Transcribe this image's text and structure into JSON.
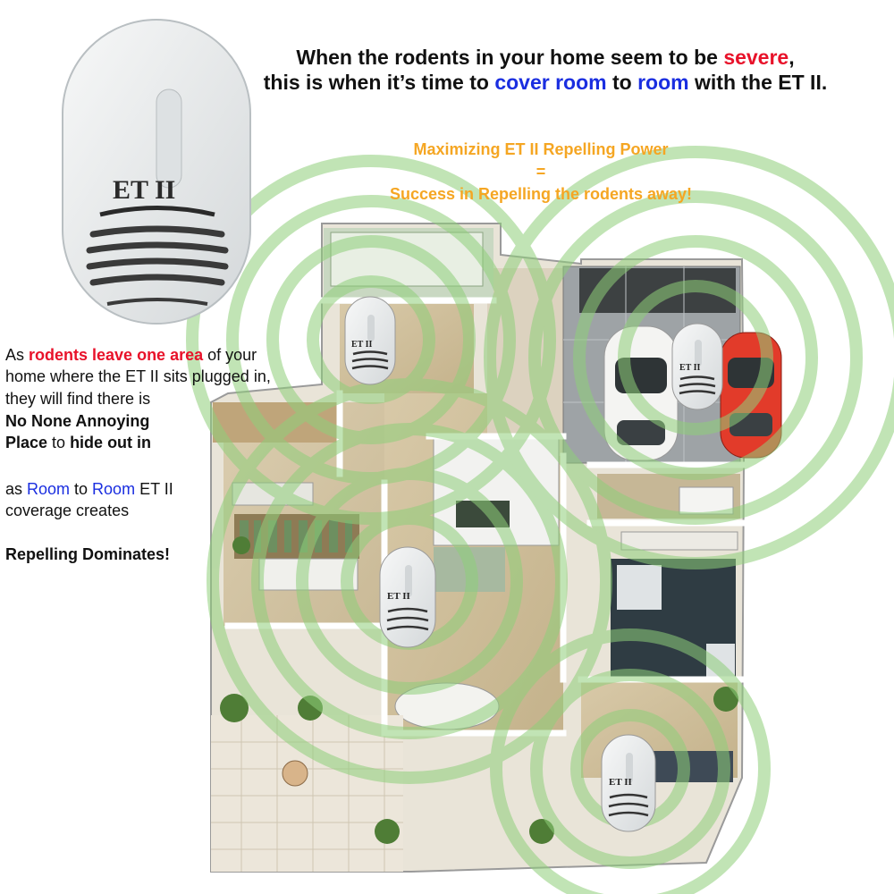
{
  "headline": {
    "line1": {
      "a": "When the rodents in your home seem to be ",
      "b": "severe",
      "c": ","
    },
    "line2": {
      "a": "this is when it’s time to ",
      "b": "cover room",
      "c": " to ",
      "d": "room",
      "e": " with the ET II."
    }
  },
  "tagline": {
    "line1": "Maximizing ET II Repelling Power",
    "equals": "=",
    "line2": "Success in Repelling the rodents away!"
  },
  "left_text": {
    "l1a": "As ",
    "l1b": "rodents leave one area",
    "l1c": " of your",
    "l2": "home where the ET II sits plugged in,",
    "l3": "they will find there is",
    "l4": "No None Annoying",
    "l5a": "Place",
    "l5b": " to ",
    "l5c": "hide out in",
    "l6a": "as ",
    "l6b": "Room",
    "l6c": " to ",
    "l6d": "Room",
    "l6e": " ET II",
    "l7": "coverage creates",
    "l8": "Repelling Dominates!"
  },
  "device": {
    "label": "ET II"
  },
  "colors": {
    "highlight_red": "#e8122a",
    "highlight_blue": "#1a2ee0",
    "tagline_orange": "#f5a623",
    "wave_green": "#8fcf7a"
  }
}
